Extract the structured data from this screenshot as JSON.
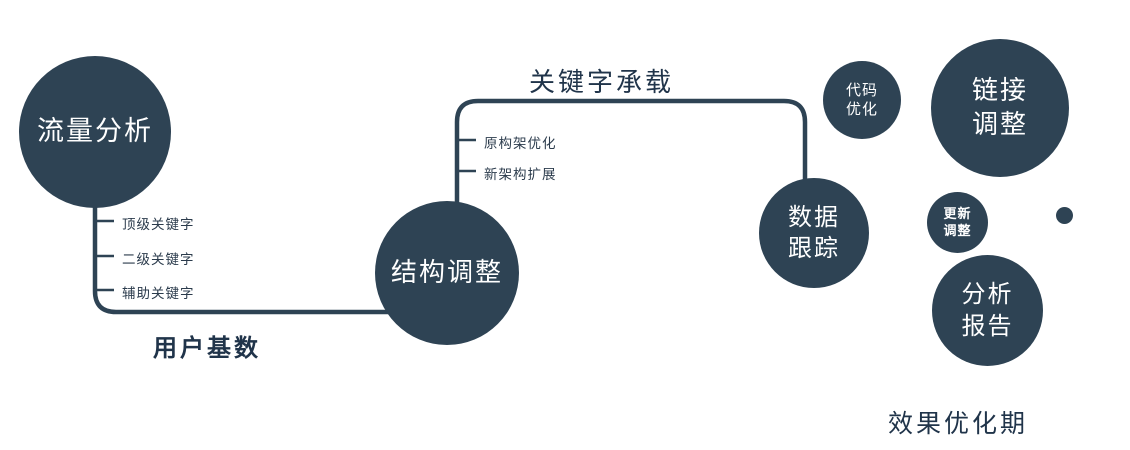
{
  "colors": {
    "node_fill": "#2e4354",
    "connector": "#2e4354",
    "label_dark": "#20344a",
    "node_text": "#ffffff",
    "background": "#ffffff"
  },
  "nodes": {
    "traffic": {
      "label": "流量分析"
    },
    "structure": {
      "label": "结构调整"
    },
    "tracking": {
      "line1": "数据",
      "line2": "跟踪"
    },
    "code": {
      "line1": "代码",
      "line2": "优化"
    },
    "link": {
      "line1": "链接",
      "line2": "调整"
    },
    "update": {
      "line1": "更新",
      "line2": "调整"
    },
    "report": {
      "line1": "分析",
      "line2": "报告"
    }
  },
  "edge_labels": {
    "user_base": "用户基数",
    "keyword_carry": "关键字承载",
    "effect_phase": "效果优化期"
  },
  "branch_labels": {
    "left": [
      "顶级关键字",
      "二级关键字",
      "辅助关键字"
    ],
    "mid": [
      "原构架优化",
      "新架构扩展"
    ]
  }
}
